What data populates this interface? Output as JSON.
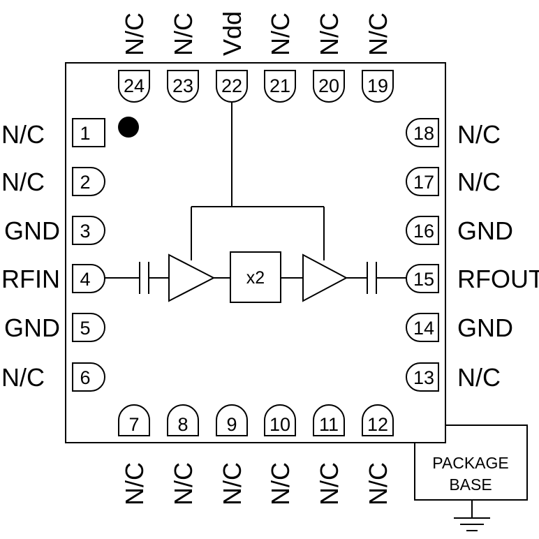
{
  "pins": {
    "p1": {
      "num": "1",
      "label": "N/C"
    },
    "p2": {
      "num": "2",
      "label": "N/C"
    },
    "p3": {
      "num": "3",
      "label": "GND"
    },
    "p4": {
      "num": "4",
      "label": "RFIN"
    },
    "p5": {
      "num": "5",
      "label": "GND"
    },
    "p6": {
      "num": "6",
      "label": "N/C"
    },
    "p7": {
      "num": "7",
      "label": "N/C"
    },
    "p8": {
      "num": "8",
      "label": "N/C"
    },
    "p9": {
      "num": "9",
      "label": "N/C"
    },
    "p10": {
      "num": "10",
      "label": "N/C"
    },
    "p11": {
      "num": "11",
      "label": "N/C"
    },
    "p12": {
      "num": "12",
      "label": "N/C"
    },
    "p13": {
      "num": "13",
      "label": "N/C"
    },
    "p14": {
      "num": "14",
      "label": "GND"
    },
    "p15": {
      "num": "15",
      "label": "RFOUT"
    },
    "p16": {
      "num": "16",
      "label": "GND"
    },
    "p17": {
      "num": "17",
      "label": "N/C"
    },
    "p18": {
      "num": "18",
      "label": "N/C"
    },
    "p19": {
      "num": "19",
      "label": "N/C"
    },
    "p20": {
      "num": "20",
      "label": "N/C"
    },
    "p21": {
      "num": "21",
      "label": "N/C"
    },
    "p22": {
      "num": "22",
      "label": "Vdd"
    },
    "p23": {
      "num": "23",
      "label": "N/C"
    },
    "p24": {
      "num": "24",
      "label": "N/C"
    }
  },
  "multiplier": {
    "label": "x2"
  },
  "package_base": {
    "line1": "PACKAGE",
    "line2": "BASE"
  }
}
